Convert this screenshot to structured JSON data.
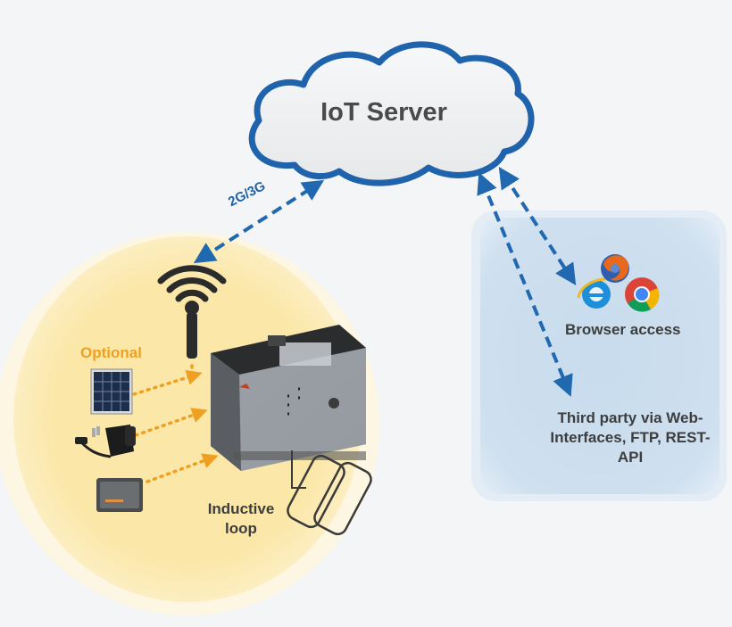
{
  "server": {
    "title": "IoT Server"
  },
  "network": {
    "label": "2G/3G"
  },
  "device": {
    "optional_label": "Optional",
    "loop_label": "Inductive loop"
  },
  "access": {
    "browser_label": "Browser access",
    "third_party_label": "Third party via Web-Interfaces, FTP, REST-API"
  },
  "colors": {
    "arrow": "#2068b0",
    "optional": "#f0a020",
    "cloud_outline": "#1f63ad",
    "yellow_zone": "#fbe7a8",
    "access_panel": "#c8dcee"
  },
  "icons": [
    "wifi-antenna-icon",
    "solar-panel-icon",
    "power-adapter-icon",
    "battery-box-icon",
    "counter-device-icon",
    "inductive-loop-icon",
    "firefox-icon",
    "internet-explorer-icon",
    "chrome-icon"
  ]
}
